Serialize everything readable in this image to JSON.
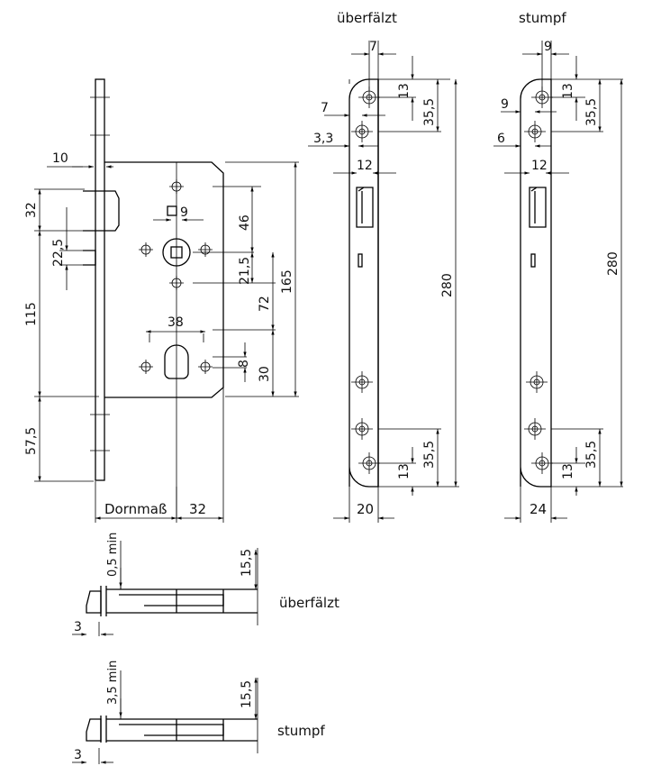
{
  "labels": {
    "rebated_title": "überfälzt",
    "flush_title": "stumpf",
    "rebated_side": "überfälzt",
    "flush_side": "stumpf",
    "backset": "Dornmaß"
  },
  "front_view": {
    "d10": "10",
    "d32_top": "32",
    "d22_5": "22,5",
    "d115": "115",
    "d57_5": "57,5",
    "d9": "9",
    "d46": "46",
    "d21_5": "21,5",
    "d72": "72",
    "d165": "165",
    "d38": "38",
    "d8": "8",
    "d30": "30",
    "d32_bottom": "32"
  },
  "rebated_plate": {
    "d7_top": "7",
    "d13_top": "13",
    "d35_5_top": "35,5",
    "d7_left": "7",
    "d3_3": "3,3",
    "d12": "12",
    "d280": "280",
    "d13_bottom": "13",
    "d35_5_bottom": "35,5",
    "d20": "20"
  },
  "flush_plate": {
    "d9_top": "9",
    "d13_top": "13",
    "d35_5_top": "35,5",
    "d9_left": "9",
    "d6": "6",
    "d12": "12",
    "d280": "280",
    "d13_bottom": "13",
    "d35_5_bottom": "35,5",
    "d24": "24"
  },
  "section_rebated": {
    "d0_5_min": "0,5 min",
    "d15_5": "15,5",
    "d3": "3"
  },
  "section_flush": {
    "d3_5_min": "3,5 min",
    "d15_5": "15,5",
    "d3": "3"
  }
}
